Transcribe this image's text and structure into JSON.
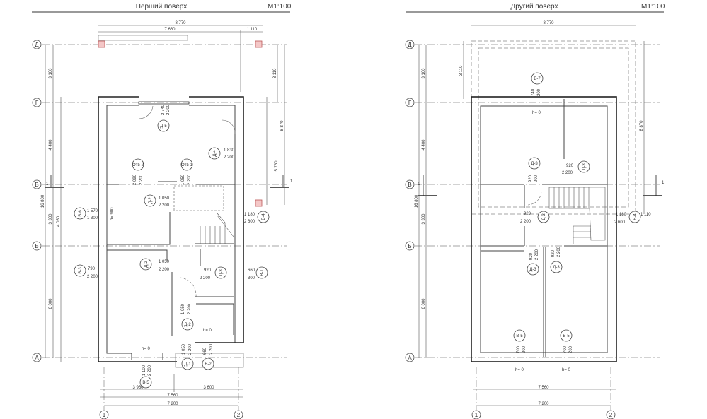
{
  "floor1": {
    "title": "Перший поверх",
    "scale": "М1:100",
    "axes_rows": [
      "Д",
      "Г",
      "В",
      "Б",
      "А"
    ],
    "axes_cols": [
      "1",
      "2"
    ],
    "section_mark": "1",
    "dims_top": [
      "8 770",
      "7 660",
      "1 110"
    ],
    "dims_left": [
      "3 100",
      "4 400",
      "16 800",
      "3 300",
      "14 050",
      "6 000"
    ],
    "dims_right": [
      "3 110",
      "8 870",
      "5 760"
    ],
    "dims_bottom": [
      "3 960",
      "3 600",
      "7 560",
      "7 200"
    ],
    "tags": [
      "Д-5",
      "Д-4",
      "Отв-2",
      "Отв-1",
      "Д-2",
      "В-6",
      "В-4",
      "Д-2",
      "Д-3",
      "В-1",
      "В-3",
      "Д-2",
      "Д-1",
      "В-2",
      "В-5"
    ],
    "notes": [
      "2 740",
      "2 200",
      "1 830",
      "2 200",
      "2 090",
      "2 200",
      "1 050",
      "2 200",
      "1 050",
      "2 200",
      "1 570",
      "1 300",
      "h= 900",
      "1 180",
      "2 600",
      "1 050",
      "2 200",
      "920",
      "2 200",
      "660",
      "300",
      "790",
      "2 200",
      "1 050",
      "2 200",
      "h= 0",
      "h= 0",
      "1 050",
      "2 200",
      "660",
      "2 200",
      "1 100",
      "2 200"
    ]
  },
  "floor2": {
    "title": "Другий поверх",
    "scale": "М1:100",
    "axes_rows": [
      "Д",
      "Г",
      "В",
      "Б",
      "А"
    ],
    "axes_cols": [
      "1",
      "2"
    ],
    "section_mark": "1",
    "dims_top": [
      "8 770"
    ],
    "dims_left": [
      "3 100",
      "4 400",
      "16 800",
      "3 300",
      "6 000"
    ],
    "dims_right": [
      "3 110",
      "8 870",
      "1 110"
    ],
    "dims_bottom": [
      "7 560",
      "7 200"
    ],
    "tags": [
      "В-7",
      "Д-3",
      "Д-3",
      "Д-3",
      "В-4",
      "Д-3",
      "Д-3",
      "В-5",
      "В-5"
    ],
    "notes": [
      "740",
      "200",
      "h= 0",
      "920",
      "200",
      "920",
      "2 200",
      "920",
      "2 200",
      "1 180",
      "2 600",
      "920",
      "2 200",
      "920",
      "2 200",
      "700",
      "200",
      "700",
      "200",
      "h= 0",
      "h= 0"
    ]
  }
}
